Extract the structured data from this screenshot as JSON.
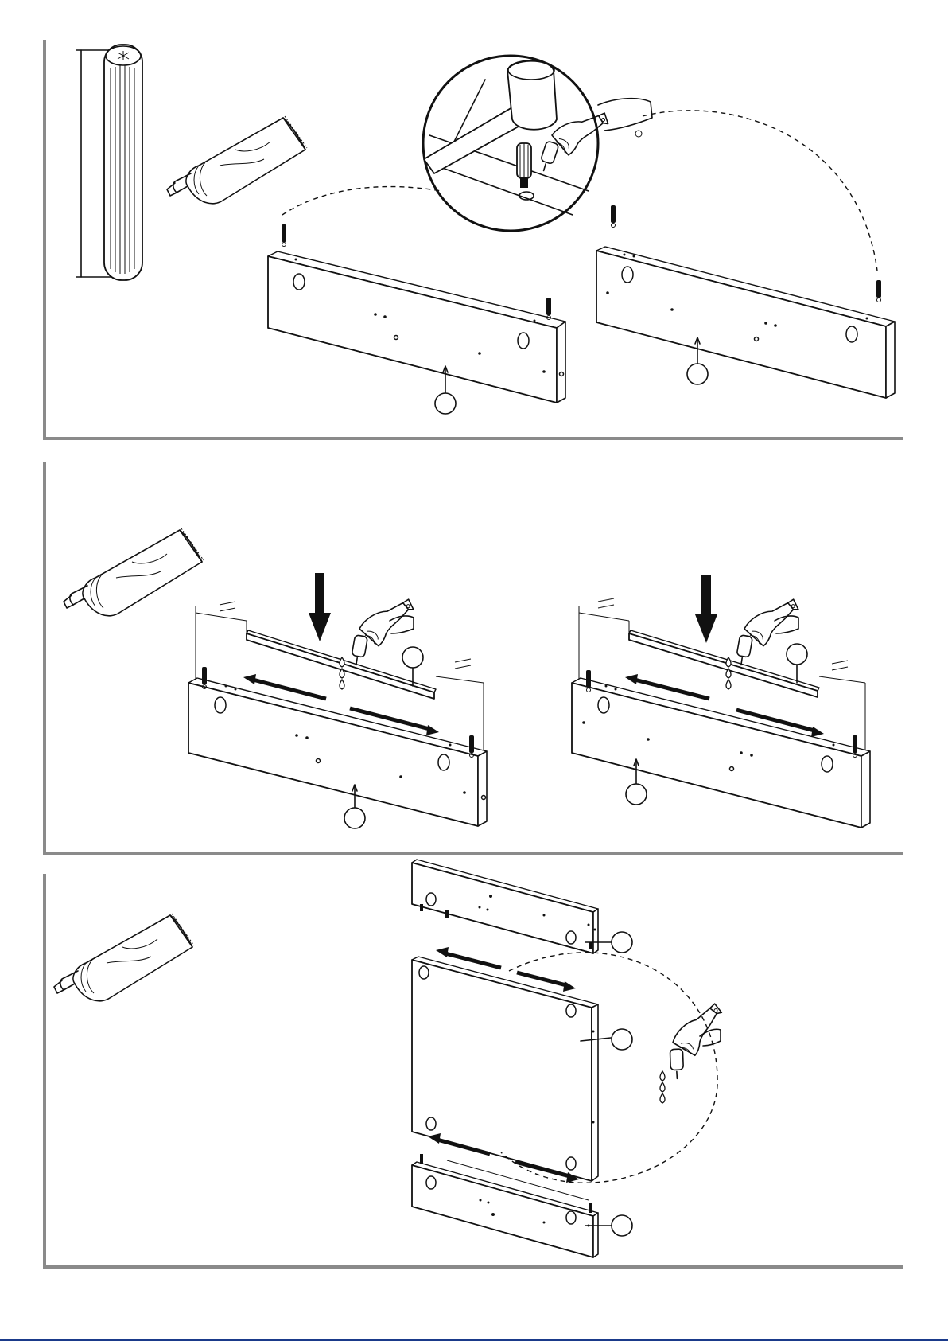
{
  "document": {
    "panels": [
      {
        "id": "step-dowels",
        "callouts": [
          "",
          ""
        ]
      },
      {
        "id": "step-glue-strip",
        "callouts": [
          "",
          "",
          "",
          ""
        ]
      },
      {
        "id": "step-assemble-panel",
        "callouts": [
          "",
          "",
          ""
        ]
      }
    ],
    "icons": [
      "fluted-dowel-icon",
      "glue-tube-icon",
      "mallet-icon",
      "glue-bottle-hand-icon",
      "glue-drops-icon"
    ],
    "colors": {
      "line": "#111111",
      "frame": "#8a8a8a",
      "background": "#ffffff"
    }
  }
}
